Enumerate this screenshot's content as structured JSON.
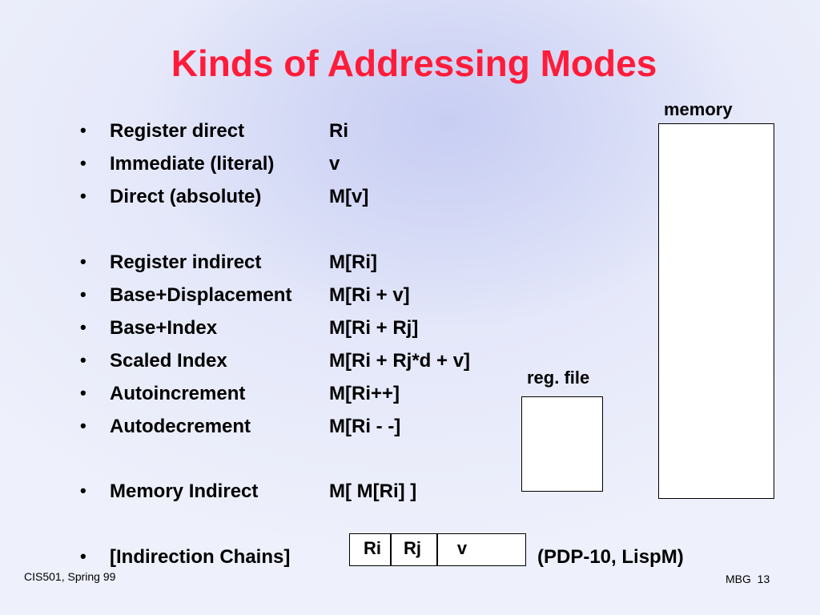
{
  "title": "Kinds of Addressing Modes",
  "bullet_glyph": "•",
  "modes": [
    {
      "term": "Register direct",
      "notation": "Ri"
    },
    {
      "term": "Immediate (literal)",
      "notation": "v"
    },
    {
      "term": "Direct (absolute)",
      "notation": "M[v]"
    },
    {
      "term": "Register indirect",
      "notation": "M[Ri]"
    },
    {
      "term": "Base+Displacement",
      "notation": "M[Ri + v]"
    },
    {
      "term": "Base+Index",
      "notation": "M[Ri + Rj]"
    },
    {
      "term": "Scaled Index",
      "notation": "M[Ri + Rj*d + v]"
    },
    {
      "term": "Autoincrement",
      "notation": "M[Ri++]"
    },
    {
      "term": "Autodecrement",
      "notation": "M[Ri - -]"
    },
    {
      "term": "Memory Indirect",
      "notation": "M[ M[Ri] ]"
    },
    {
      "term": "[Indirection Chains]",
      "notation": ""
    }
  ],
  "diagram": {
    "memory_label": "memory",
    "reg_file_label": "reg. file",
    "instruction_fields": [
      "Ri",
      "Rj",
      "v"
    ],
    "chain_note": "(PDP-10, LispM)"
  },
  "footer": {
    "left": "CIS501, Spring 99",
    "right": "MBG  13"
  }
}
